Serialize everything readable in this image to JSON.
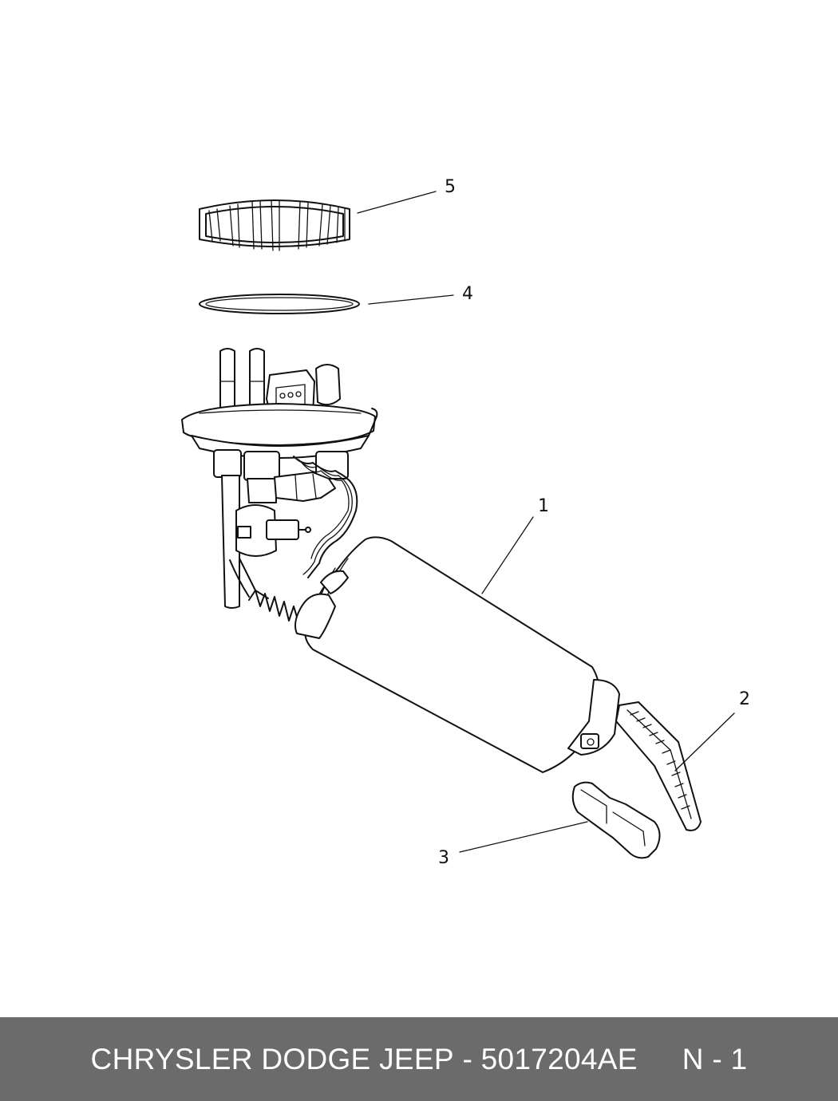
{
  "callouts": {
    "c1": "1",
    "c2": "2",
    "c3": "3",
    "c4": "4",
    "c5": "5"
  },
  "footer": {
    "brand": "CHRYSLER DODGE JEEP",
    "separator": " - ",
    "part_number": "5017204AE",
    "page": "N - 1"
  },
  "colors": {
    "footer_bg": "#6b6b6b",
    "footer_text": "#ffffff",
    "line": "#111111"
  }
}
